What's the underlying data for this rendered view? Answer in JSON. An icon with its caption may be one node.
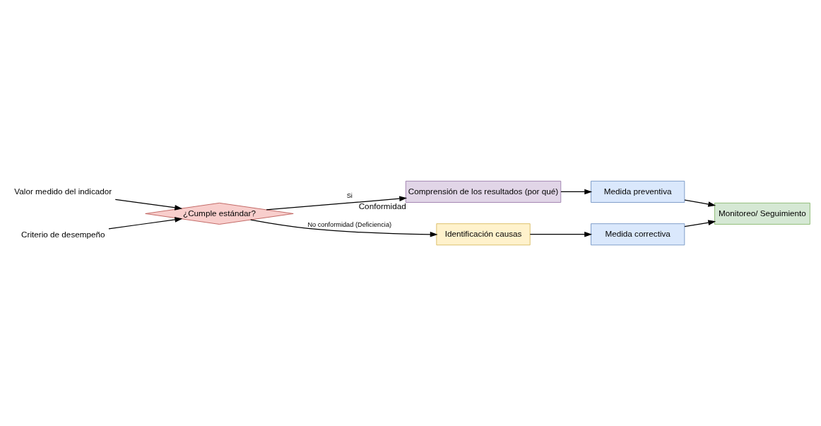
{
  "diagram": {
    "nodes": [
      {
        "text": [
          "Valor medido del indicador"
        ]
      },
      {
        "text": [
          "Criterio de desempeño"
        ]
      },
      {
        "text": [
          "¿Cumple estándar?"
        ]
      },
      {
        "text": [
          "Comprensión de los resultados (por qué)"
        ],
        "beside": [
          "Conformidad"
        ]
      },
      {
        "text": [
          "Medida preventiva"
        ]
      },
      {
        "text": [
          "Identificación causas"
        ]
      },
      {
        "text": [
          "Medida correctiva"
        ]
      },
      {
        "text": [
          "Monitoreo/ Seguimiento"
        ]
      }
    ],
    "edges": [
      {
        "from": 0,
        "to": 2,
        "arrow": "to"
      },
      {
        "from": 1,
        "to": 2,
        "arrow": "to"
      },
      {
        "from": 2,
        "to": 3,
        "arrow": "to",
        "label": "Si"
      },
      {
        "from": 2,
        "to": 5,
        "arrow": "to",
        "label": "No conformidad (Deficiencia)"
      },
      {
        "from": 3,
        "to": 4,
        "arrow": "to"
      },
      {
        "from": 5,
        "to": 6,
        "arrow": "to"
      },
      {
        "from": 4,
        "to": 7,
        "arrow": "to"
      },
      {
        "from": 6,
        "to": 7,
        "arrow": "to"
      }
    ]
  }
}
